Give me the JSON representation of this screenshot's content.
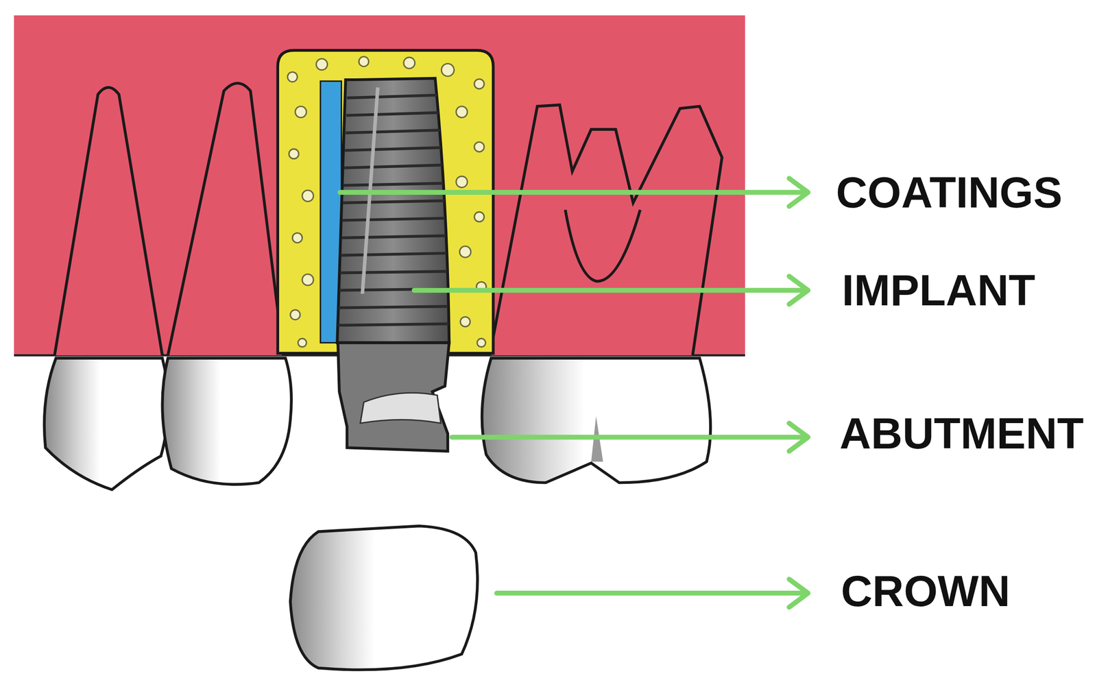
{
  "diagram": {
    "labels": [
      "COATINGS",
      "IMPLANT",
      "ABUTMENT",
      "CROWN"
    ]
  }
}
